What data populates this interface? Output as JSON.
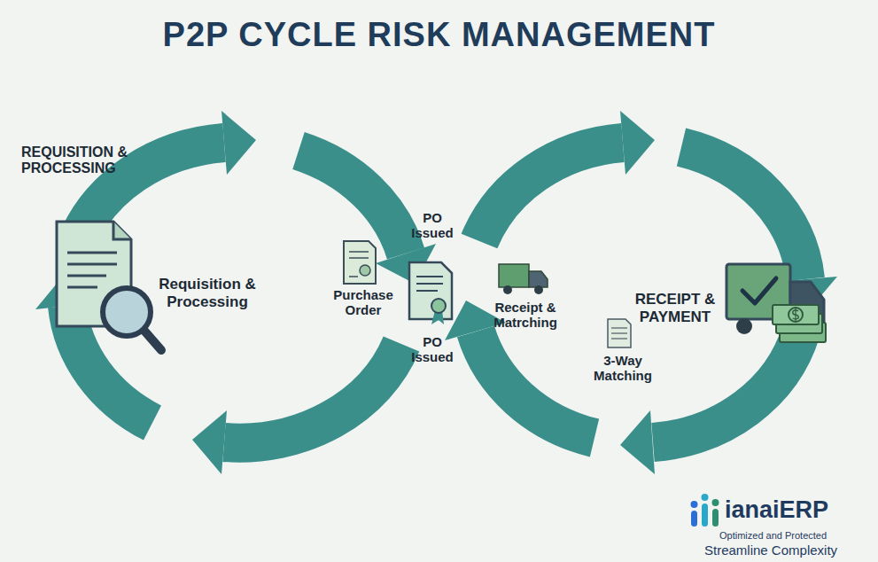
{
  "diagram": {
    "title": "P2P CYCLE RISK MANAGEMENT",
    "labels": [
      "REQUISITION & PROCESSING",
      "PO Issued",
      "Requisition & Processing",
      "Purchase Order",
      "Receipt & Matrching",
      "RECEIPT & PAYMENT",
      "3-Way Matching",
      "PO Issued",
      "ianaiERP",
      "Optimized and Protected",
      "Streamline Complexity"
    ]
  }
}
